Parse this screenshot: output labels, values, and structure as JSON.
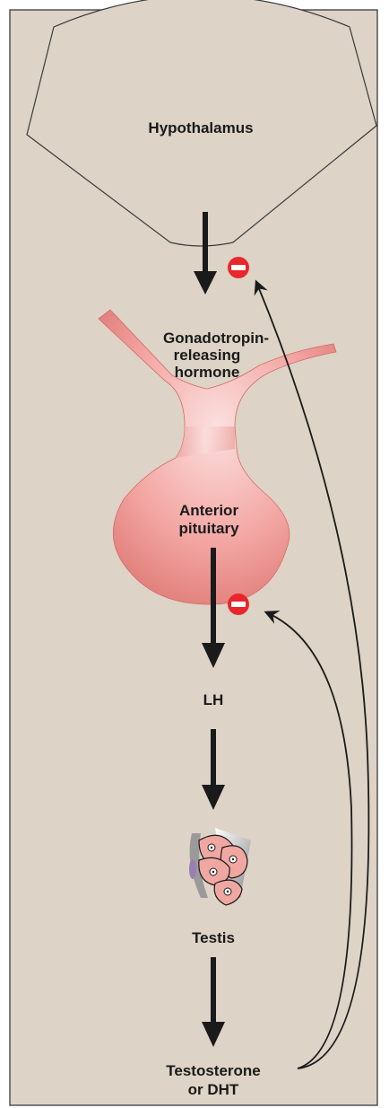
{
  "labels": {
    "hypothalamus": "Hypothalamus",
    "gnrh_line1": "Gonadotropin-",
    "gnrh_line2": "releasing",
    "gnrh_line3": "hormone",
    "anterior_line1": "Anterior",
    "anterior_line2": "pituitary",
    "lh": "LH",
    "testis": "Testis",
    "testosterone_line1": "Testosterone",
    "testosterone_line2": "or DHT"
  },
  "colors": {
    "panel_background": "#ddd3c6",
    "panel_border": "#3a3a3a",
    "hypothalamus_fill": "#ddd3c6",
    "pituitary_light": "#fbe0df",
    "pituitary_mid": "#f3a6a3",
    "pituitary_dark": "#e07c78",
    "arrow": "#1a1a1a",
    "inhibition_badge": "#e8262b",
    "cell_fill": "#f1a7a1"
  },
  "icons": {
    "inhibition": "minus-circle-icon",
    "testis": "testis-cells-icon"
  }
}
